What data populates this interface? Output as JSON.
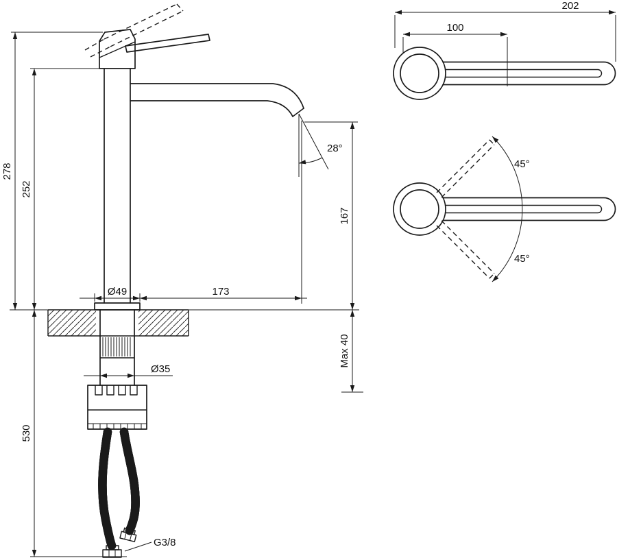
{
  "drawing": {
    "side": {
      "overall_height": "278",
      "height_to_spout_top": "252",
      "spout_angle": "28°",
      "outlet_height": "167",
      "base_diameter": "Ø49",
      "spout_reach": "173",
      "under_counter_length": "530",
      "shank_diameter": "Ø35",
      "max_counter_thickness": "Max 40",
      "connection_thread": "G3/8"
    },
    "top": {
      "overall_length": "202",
      "handle_length": "100",
      "handle_swing_up": "45°",
      "handle_swing_down": "45°"
    },
    "colors": {
      "line": "#1a1a1a",
      "background": "#ffffff"
    }
  }
}
